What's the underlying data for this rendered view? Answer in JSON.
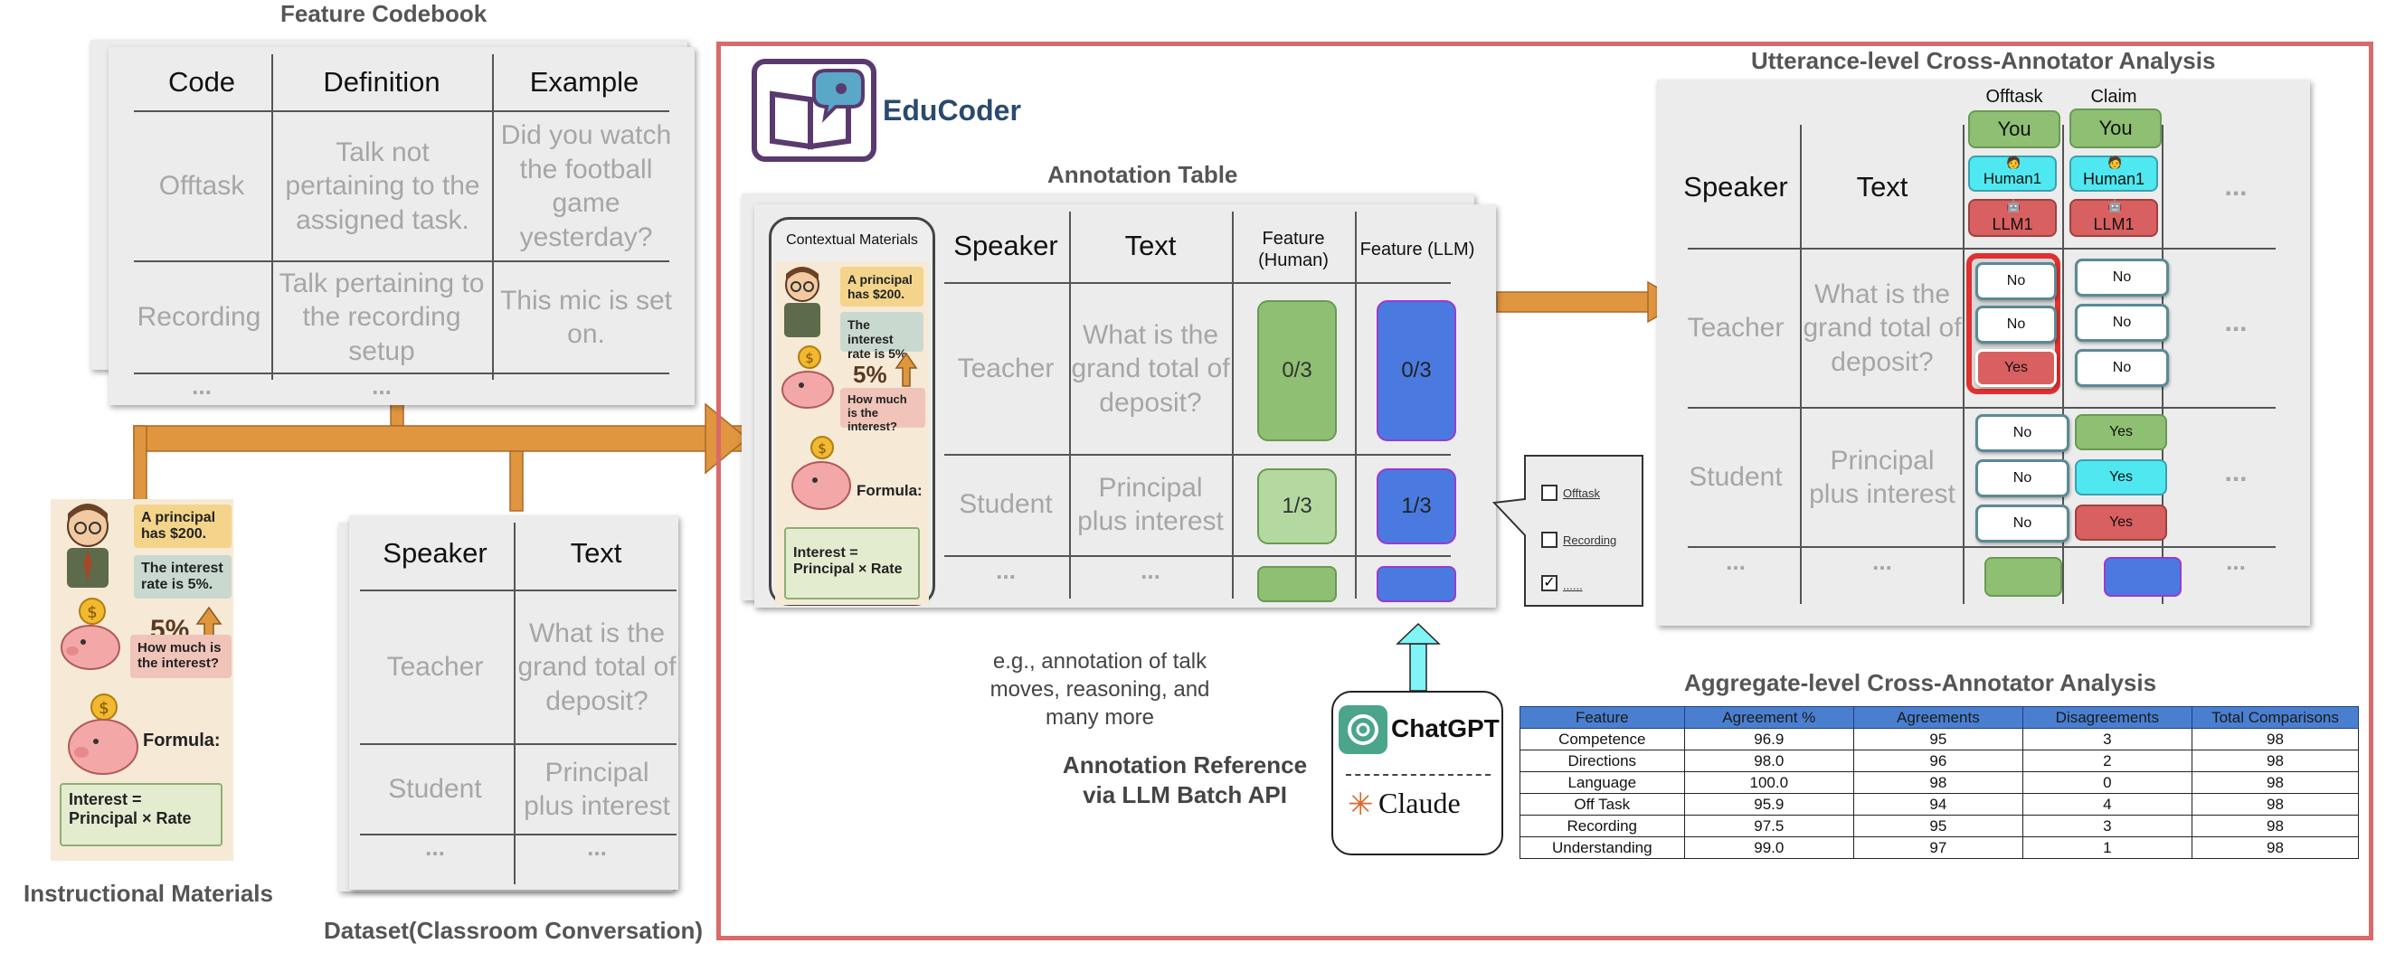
{
  "codebook": {
    "title": "Feature Codebook",
    "headers": [
      "Code",
      "Definition",
      "Example"
    ],
    "rows": [
      [
        "Offtask",
        "Talk not pertaining to the assigned task.",
        "Did you watch the football game yesterday?"
      ],
      [
        "Recording",
        "Talk pertaining to the recording setup",
        "This mic is set on."
      ]
    ],
    "ellipsis": "..."
  },
  "instructional": {
    "title": "Instructional Materials",
    "note1": "A principal has $200.",
    "note2": "The interest rate is 5%.",
    "percent": "5%",
    "note3": "How much is the interest?",
    "formula_label": "Formula:",
    "formula": "Interest = Principal × Rate"
  },
  "dataset": {
    "title": "Dataset(Classroom Conversation)",
    "headers": [
      "Speaker",
      "Text"
    ],
    "rows": [
      [
        "Teacher",
        "What is the grand total of deposit?"
      ],
      [
        "Student",
        "Principal plus interest"
      ]
    ],
    "ellipsis": "..."
  },
  "educoder": {
    "logo_text": "EduCoder",
    "annotation_table_title": "Annotation Table",
    "contextual_title": "Contextual Materials",
    "ctx_note1": "A principal has $200.",
    "ctx_note2": "The interest rate is 5%.",
    "ctx_percent": "5%",
    "ctx_note3": "How much is the interest?",
    "ctx_formula_label": "Formula:",
    "ctx_formula": "Interest = Principal × Rate",
    "headers": [
      "Speaker",
      "Text",
      "Feature (Human)",
      "Feature (LLM)"
    ],
    "rows": [
      {
        "speaker": "Teacher",
        "text": "What is the grand total of deposit?",
        "human": "0/3",
        "llm": "0/3"
      },
      {
        "speaker": "Student",
        "text": "Principal plus interest",
        "human": "1/3",
        "llm": "1/3"
      }
    ],
    "ellipsis": "...",
    "checklist": [
      "Offtask",
      "Recording",
      "......"
    ],
    "eg_text": "e.g., annotation of talk moves, reasoning, and many more",
    "llm_ref": "Annotation Reference via LLM Batch API",
    "chatgpt": "ChatGPT",
    "claude": "Claude"
  },
  "utterance": {
    "title": "Utterance-level Cross-Annotator Analysis",
    "col_speaker": "Speaker",
    "col_text": "Text",
    "features": [
      "Offtask",
      "Claim"
    ],
    "annotators": [
      "You",
      "Human1",
      "LLM1"
    ],
    "rows": [
      {
        "speaker": "Teacher",
        "text": "What is the grand total of deposit?",
        "offtask": [
          "No",
          "No",
          "Yes"
        ],
        "claim": [
          "No",
          "No",
          "No"
        ]
      },
      {
        "speaker": "Student",
        "text": "Principal plus interest",
        "offtask": [
          "No",
          "No",
          "No"
        ],
        "claim": [
          "Yes",
          "Yes",
          "Yes"
        ]
      }
    ],
    "ellipsis": "..."
  },
  "aggregate": {
    "title": "Aggregate-level Cross-Annotator Analysis",
    "headers": [
      "Feature",
      "Agreement %",
      "Agreements",
      "Disagreements",
      "Total Comparisons"
    ],
    "rows": [
      [
        "Competence",
        "96.9",
        "95",
        "3",
        "98"
      ],
      [
        "Directions",
        "98.0",
        "96",
        "2",
        "98"
      ],
      [
        "Language",
        "100.0",
        "98",
        "0",
        "98"
      ],
      [
        "Off Task",
        "95.9",
        "94",
        "4",
        "98"
      ],
      [
        "Recording",
        "97.5",
        "95",
        "3",
        "98"
      ],
      [
        "Understanding",
        "99.0",
        "97",
        "1",
        "98"
      ]
    ]
  },
  "colors": {
    "arrow": "#e0953f",
    "frame": "#d96a6a",
    "human_green": "#8fbf72",
    "llm_blue": "#4a7ae0",
    "you_green": "#8fbf72",
    "human1_cyan": "#4fe8f0",
    "llm1_red": "#d96060",
    "logo_purple": "#5a3a6e"
  }
}
